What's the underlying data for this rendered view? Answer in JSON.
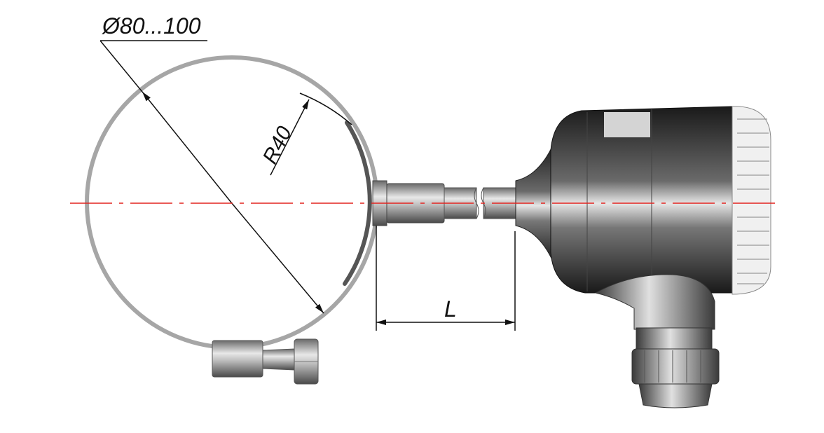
{
  "dimensions": {
    "diameter_label": "Ø80...100",
    "radius_label": "R40",
    "length_label": "L"
  },
  "colors": {
    "centerline": "#e3231f",
    "clamp": "#a6a6a6",
    "dimension_line": "#111111",
    "housing_dark": "#1e1e1e",
    "housing_light": "#d8d8d8"
  }
}
